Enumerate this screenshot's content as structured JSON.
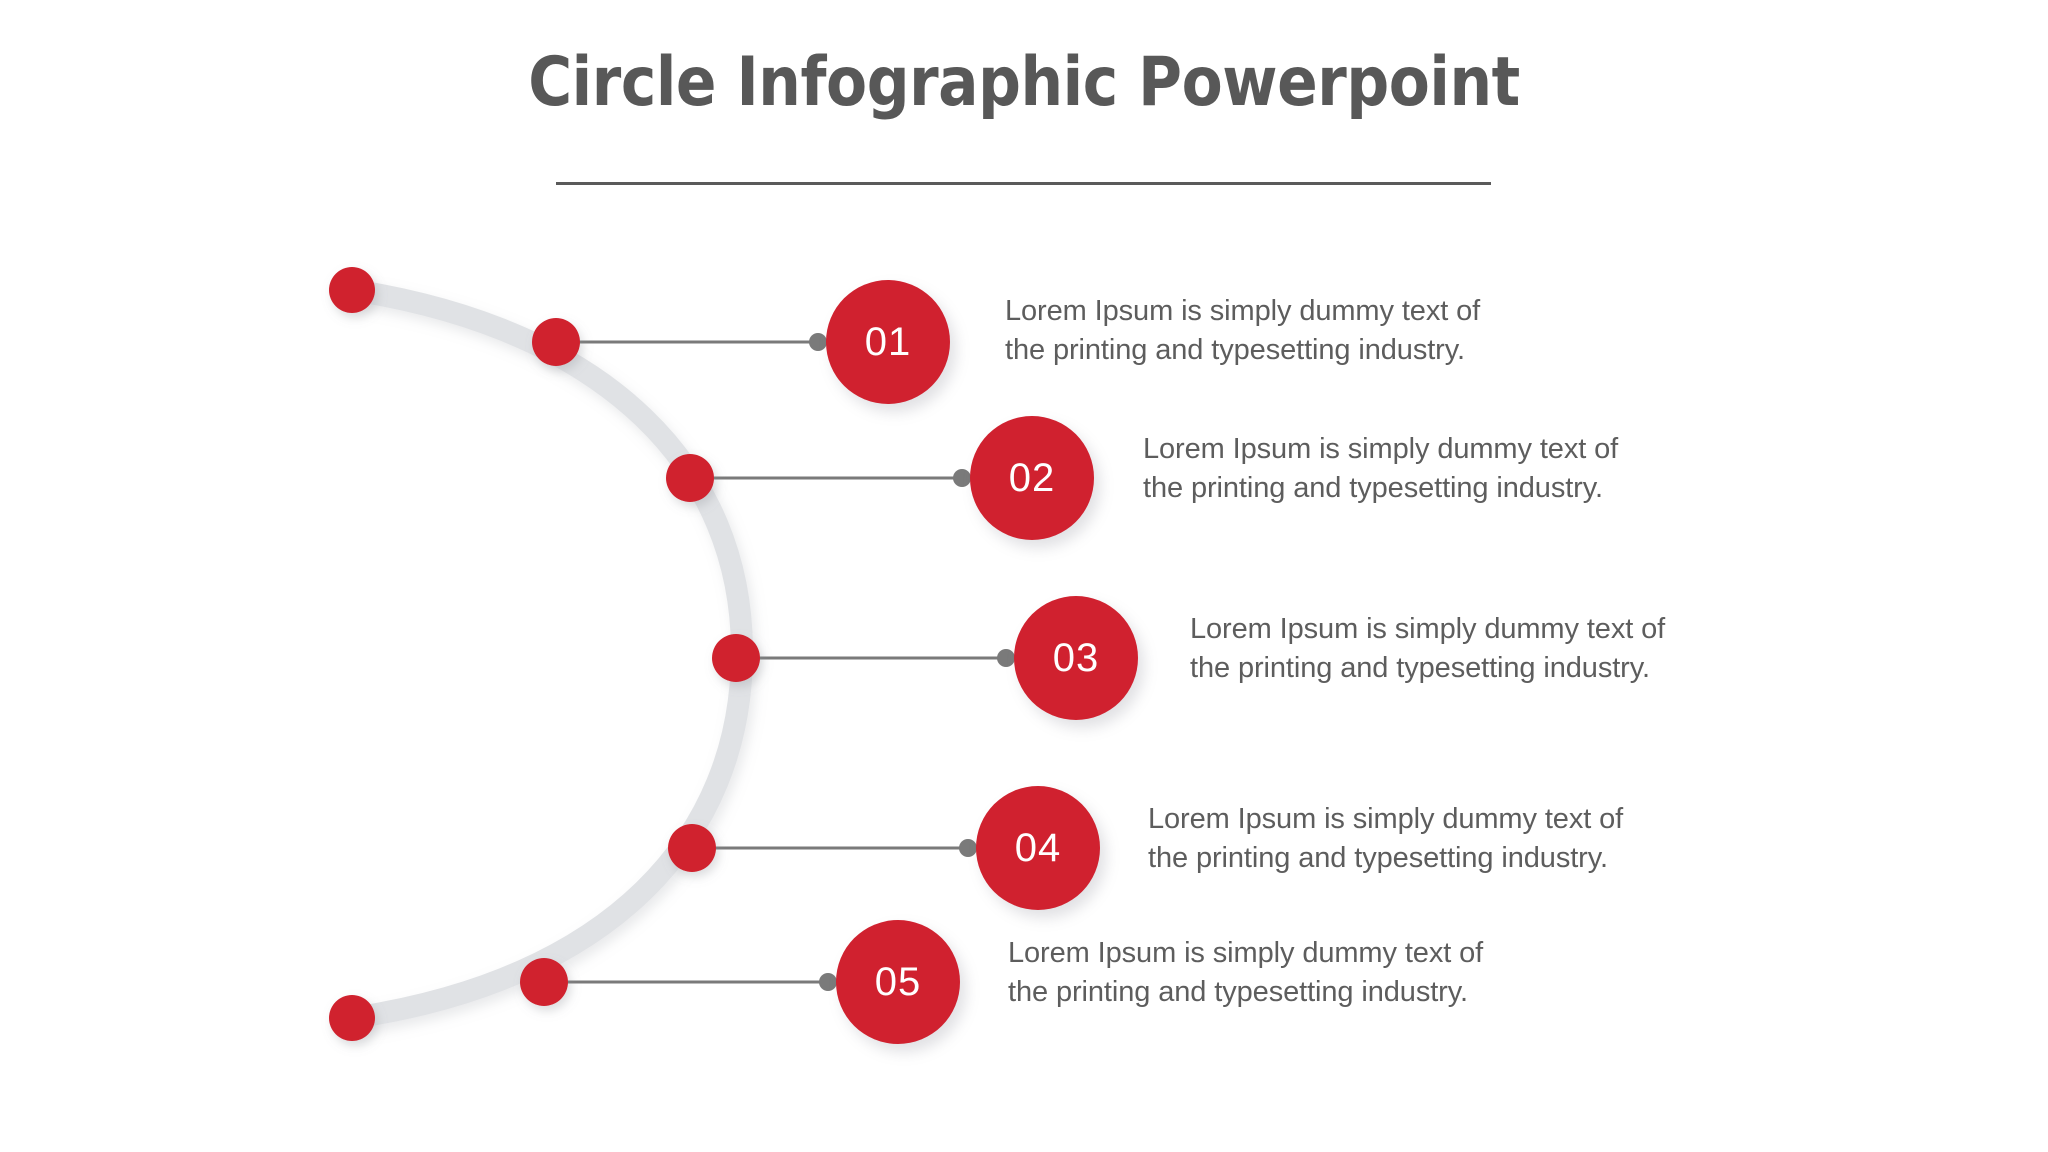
{
  "slide": {
    "title": "Circle Infographic Powerpoint",
    "background_color": "#FFFFFF",
    "accent_color": "#D0212F",
    "text_color": "#5D5D5D",
    "arc_color": "#E0E2E5",
    "connector_color": "#7A7A7A"
  },
  "divider": {
    "name": "title-divider",
    "color": "#5A5A5A"
  },
  "items": [
    {
      "number": "01",
      "description": "Lorem Ipsum is simply dummy text of\nthe printing and typesetting industry."
    },
    {
      "number": "02",
      "description": "Lorem Ipsum is simply dummy text of\nthe printing and typesetting industry."
    },
    {
      "number": "03",
      "description": "Lorem Ipsum is simply dummy text of\nthe printing and typesetting industry."
    },
    {
      "number": "04",
      "description": "Lorem Ipsum is simply dummy text of\nthe printing and typesetting industry."
    },
    {
      "number": "05",
      "description": "Lorem Ipsum is simply dummy text of\nthe printing and typesetting industry."
    }
  ],
  "arc": {
    "terminus_top_label": "arc-start-dot",
    "terminus_bottom_label": "arc-end-dot",
    "node_count": 5
  }
}
